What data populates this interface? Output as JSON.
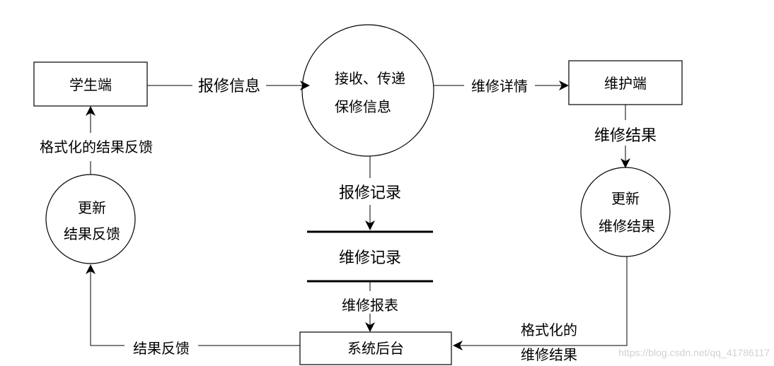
{
  "nodes": {
    "student": "学生端",
    "center_line1": "接收、传递",
    "center_line2": "保修信息",
    "maintainer": "维护端",
    "update_left_line1": "更新",
    "update_left_line2": "结果反馈",
    "update_right_line1": "更新",
    "update_right_line2": "维修结果",
    "store": "维修记录",
    "backend": "系统后台"
  },
  "edges": {
    "repair_info": "报修信息",
    "repair_detail": "维修详情",
    "repair_result": "维修结果",
    "repair_record": "报修记录",
    "repair_report": "维修报表",
    "formatted_feedback": "格式化的结果反馈",
    "result_feedback": "结果反馈",
    "formatted_line1": "格式化的",
    "formatted_line2": "维修结果"
  },
  "watermark": "https://blog.csdn.net/qq_41786117"
}
